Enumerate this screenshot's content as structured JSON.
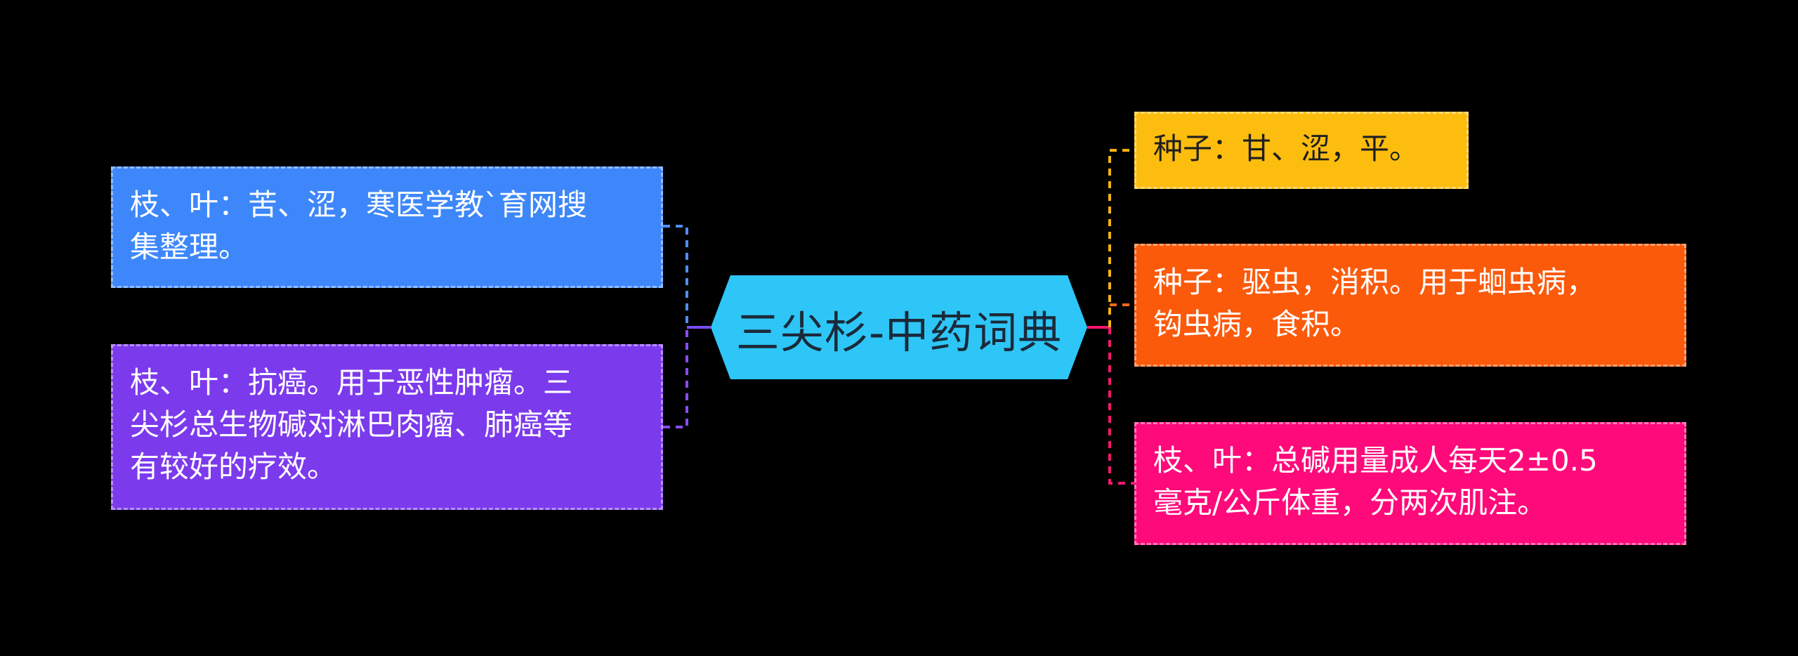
{
  "center": {
    "title": "三尖杉-中药词典",
    "color": "#2ec6f7"
  },
  "left_nodes": [
    {
      "lines": [
        "枝、叶：苦、涩，寒医学教`育网搜",
        "集整理。"
      ],
      "color": "#3d87fa",
      "connector": "#4f8ff7"
    },
    {
      "lines": [
        "枝、叶：抗癌。用于恶性肿瘤。三",
        "尖杉总生物碱对淋巴肉瘤、肺癌等",
        "有较好的疗效。"
      ],
      "color": "#7c3aed",
      "connector": "#8a4cf0"
    }
  ],
  "right_nodes": [
    {
      "lines": [
        "种子：甘、涩，平。"
      ],
      "color": "#fcbd0f",
      "connector": "#f2b312"
    },
    {
      "lines": [
        "种子：驱虫，消积。用于蛔虫病，",
        "钩虫病，食积。"
      ],
      "color": "#fb5a0b",
      "connector": "#f26a1b"
    },
    {
      "lines": [
        "枝、叶：总碱用量成人每天2±0.5",
        "毫克/公斤体重，分两次肌注。"
      ],
      "color": "#ff0a7a",
      "connector": "#f2176f"
    }
  ]
}
